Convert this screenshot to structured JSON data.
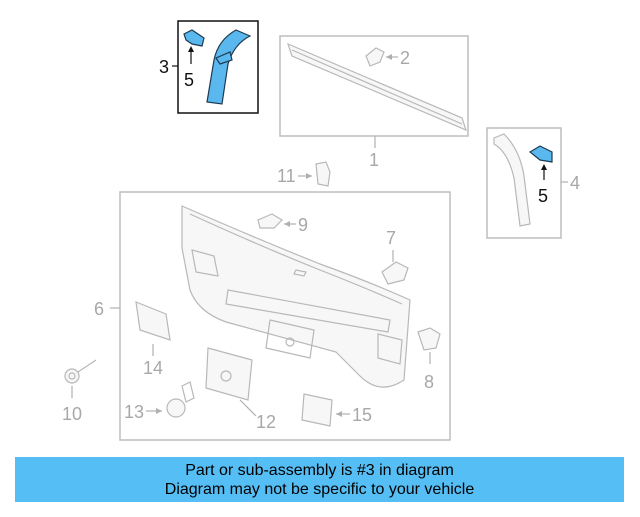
{
  "callouts": {
    "c1": "1",
    "c2": "2",
    "c3": "3",
    "c4": "4",
    "c5a": "5",
    "c5b": "5",
    "c6": "6",
    "c7": "7",
    "c8": "8",
    "c9": "9",
    "c10": "10",
    "c11": "11",
    "c12": "12",
    "c13": "13",
    "c14": "14",
    "c15": "15"
  },
  "banner": {
    "line1": "Part or sub-assembly is #3 in diagram",
    "line2": "Diagram may not be specific to your vehicle"
  },
  "colors": {
    "highlight": "#5bb8ee",
    "banner": "#55bef5",
    "outline": "#b8b8b8"
  }
}
